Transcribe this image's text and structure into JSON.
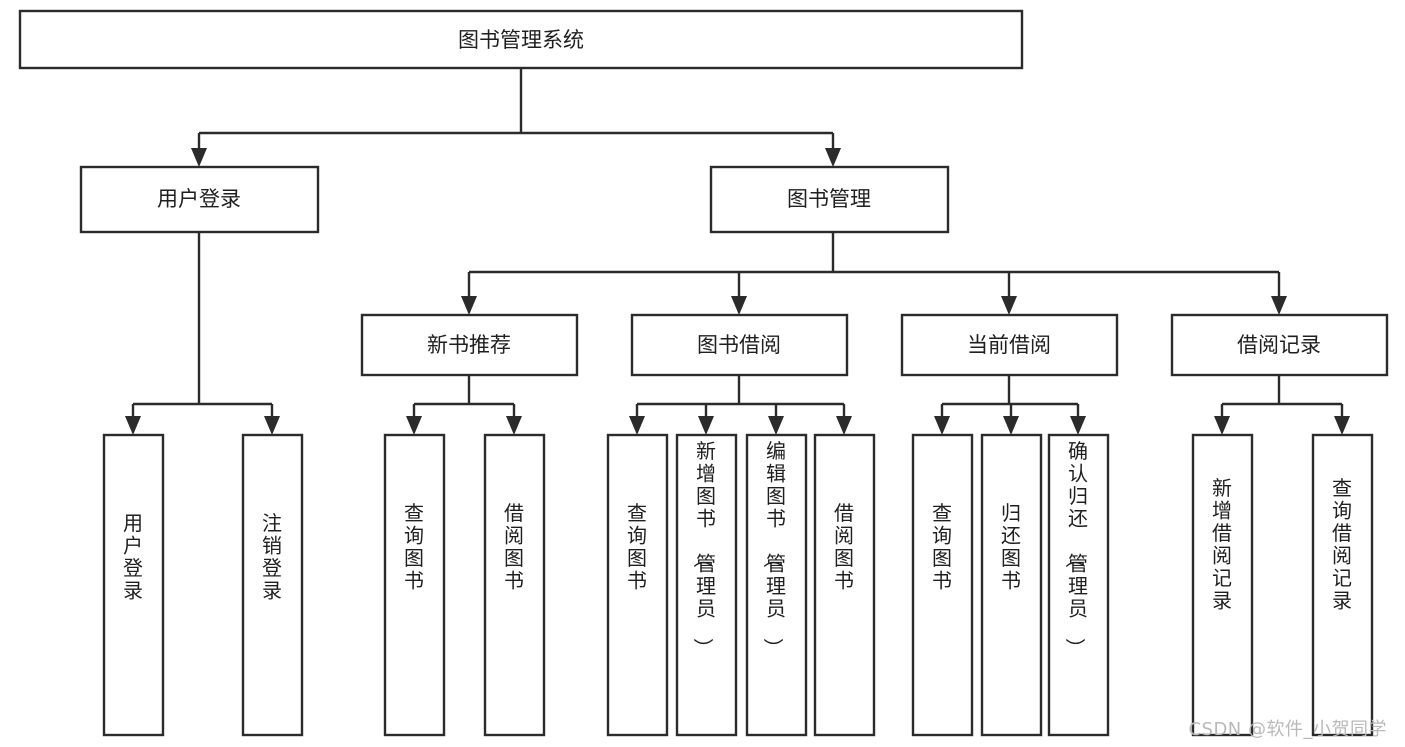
{
  "diagram": {
    "type": "tree-hierarchy",
    "title": "图书管理系统",
    "watermark": "CSDN @软件_小贺同学",
    "colors": {
      "stroke": "#2b2b2b",
      "fill": "#ffffff",
      "text": "#1f1f1f",
      "watermark": "#b9b9b9"
    },
    "levels": [
      {
        "level": 1,
        "nodes": [
          {
            "id": "root",
            "label": "图书管理系统",
            "orientation": "horizontal"
          }
        ]
      },
      {
        "level": 2,
        "nodes": [
          {
            "id": "user-login",
            "label": "用户登录",
            "orientation": "horizontal",
            "parent": "root"
          },
          {
            "id": "book-manage",
            "label": "图书管理",
            "orientation": "horizontal",
            "parent": "root"
          }
        ]
      },
      {
        "level": 3,
        "nodes": [
          {
            "id": "new-book-rec",
            "label": "新书推荐",
            "orientation": "horizontal",
            "parent": "book-manage"
          },
          {
            "id": "book-borrow",
            "label": "图书借阅",
            "orientation": "horizontal",
            "parent": "book-manage"
          },
          {
            "id": "current-borrow",
            "label": "当前借阅",
            "orientation": "horizontal",
            "parent": "book-manage"
          },
          {
            "id": "borrow-record",
            "label": "借阅记录",
            "orientation": "horizontal",
            "parent": "book-manage"
          }
        ]
      },
      {
        "level": 4,
        "nodes": [
          {
            "id": "leaf-1",
            "label": "用户登录",
            "orientation": "vertical",
            "parent": "user-login"
          },
          {
            "id": "leaf-2",
            "label": "注销登录",
            "orientation": "vertical",
            "parent": "user-login"
          },
          {
            "id": "leaf-3",
            "label": "查询图书",
            "orientation": "vertical",
            "parent": "new-book-rec"
          },
          {
            "id": "leaf-4",
            "label": "借阅图书",
            "orientation": "vertical",
            "parent": "new-book-rec"
          },
          {
            "id": "leaf-5",
            "label": "查询图书",
            "orientation": "vertical",
            "parent": "book-borrow"
          },
          {
            "id": "leaf-6",
            "label": "新增图书（管理员）",
            "orientation": "vertical",
            "parent": "book-borrow"
          },
          {
            "id": "leaf-7",
            "label": "编辑图书（管理员）",
            "orientation": "vertical",
            "parent": "book-borrow"
          },
          {
            "id": "leaf-8",
            "label": "借阅图书",
            "orientation": "vertical",
            "parent": "book-borrow"
          },
          {
            "id": "leaf-9",
            "label": "查询图书",
            "orientation": "vertical",
            "parent": "current-borrow"
          },
          {
            "id": "leaf-10",
            "label": "归还图书",
            "orientation": "vertical",
            "parent": "current-borrow"
          },
          {
            "id": "leaf-11",
            "label": "确认归还（管理员）",
            "orientation": "vertical",
            "parent": "current-borrow"
          },
          {
            "id": "leaf-12",
            "label": "新增借阅记录",
            "orientation": "vertical",
            "parent": "borrow-record"
          },
          {
            "id": "leaf-13",
            "label": "查询借阅记录",
            "orientation": "vertical",
            "parent": "borrow-record"
          }
        ]
      }
    ]
  }
}
